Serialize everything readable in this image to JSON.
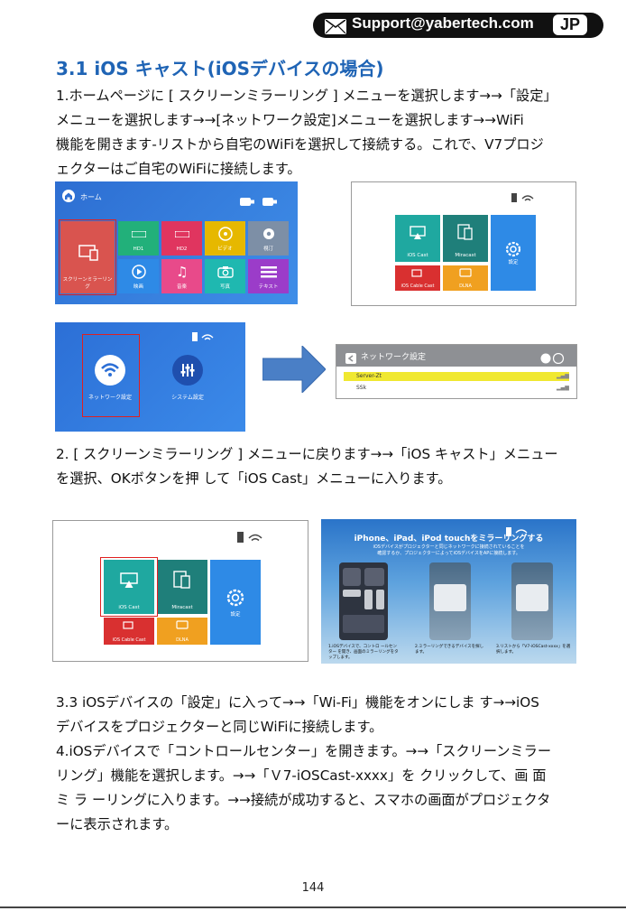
{
  "header": {
    "support_email": "Support@yabertech.com",
    "language_badge": "JP"
  },
  "section_title": "3.1 iOS キャスト(iOSデバイスの場合)",
  "step1_lines": [
    "1.ホームページに [ スクリーンミラーリング ] メニューを選択します→→「設定」",
    "メニューを選択します→→[ネットワーク設定]メニューを選択します→→WiFi",
    "機能を開きます-リストから自宅のWiFiを選択して接続する。これで、V7プロジ",
    "ェクターはご自宅のWiFiに接続します。"
  ],
  "home_screen": {
    "title": "ホーム",
    "tiles": [
      {
        "label": "スクリーンミラーリング",
        "color": "#d9544f"
      },
      {
        "label": "HD1",
        "color": "#22b07a"
      },
      {
        "label": "HD2",
        "color": "#e0355f"
      },
      {
        "label": "ビデオ",
        "color": "#e6b800"
      },
      {
        "label": "視汀",
        "color": "#7d8fa6"
      },
      {
        "label": "映画",
        "color": "#2e8ae6"
      },
      {
        "label": "音楽",
        "color": "#e84a8a"
      },
      {
        "label": "写真",
        "color": "#1fb8b0"
      },
      {
        "label": "テキスト",
        "color": "#9b3cc9"
      }
    ]
  },
  "mirror_menu": {
    "tiles": [
      {
        "label": "iOS Cast",
        "color": "#1fa8a0"
      },
      {
        "label": "Miracast",
        "color": "#1f7f7a"
      },
      {
        "label": "設定",
        "color": "#2e8ae6"
      },
      {
        "label": "iOS Cable Cast",
        "color": "#d93030"
      },
      {
        "label": "DLNA",
        "color": "#f0a020"
      }
    ]
  },
  "settings_screen": {
    "items": [
      {
        "label": "ネットワーク設定"
      },
      {
        "label": "システム設定"
      }
    ]
  },
  "network_screen": {
    "title": "ネットワーク設定",
    "rows": [
      "Server-Zt",
      "SSk"
    ]
  },
  "step2_lines": [
    "2. [ スクリーンミラーリング ] メニューに戻ります→→「iOS キャスト」メニュー",
    "を選択、OKボタンを押 して「iOS Cast」メニューに入ります。"
  ],
  "ios_guide": {
    "title": "iPhone、iPad、iPod touchをミラーリングする",
    "subtitle_lines": [
      "iOSデバイスがプロジェクターと同じネットワークに接続されていることを",
      "確認するか、プロジェクターによってiOSデバイスをAPに接続します。"
    ],
    "steps": [
      "1.iOSデバイスで、コントロ ールセンター を開き、画面のミラーリングをタップします。",
      "2.ミラーリングできるデバイスを探します。",
      "3.リストから「V7-iOSCast-xxxx」を選択します。"
    ]
  },
  "step3_lines": [
    "3.3 iOSデバイスの「設定」に入って→→「Wi-Fi」機能をオンにしま す→→iOS",
    "デバイスをプロジェクターと同じWiFiに接続します。",
    "4.iOSデバイスで「コントロールセンター」を開きます。→→「スクリーンミラー",
    "リング」機能を選択します。→→「Ｖ7-iOSCast-xxxx」を クリックして、画 面",
    "ミ ラ ーリングに入ります。→→接続が成功すると、スマホの画面がプロジェクタ",
    "ーに表示されます。"
  ],
  "page_number": "144",
  "colors": {
    "title_blue": "#1f64b5",
    "screen_blue": "#2f7ad9",
    "highlight_red": "#e02020",
    "arrow_blue": "#4a7fc6"
  }
}
